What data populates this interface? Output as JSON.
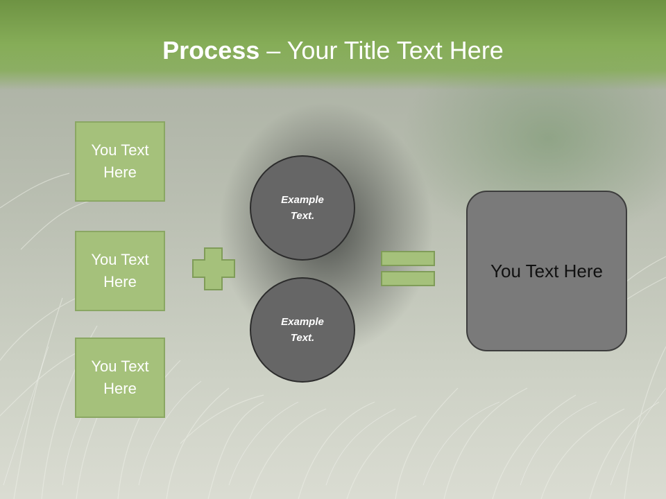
{
  "header": {
    "title_bold": "Process",
    "title_rest": " – Your Title Text Here"
  },
  "left_boxes": [
    {
      "label": "You Text Here"
    },
    {
      "label": "You Text Here"
    },
    {
      "label": "You Text Here"
    }
  ],
  "circles": [
    {
      "label": "Example Text."
    },
    {
      "label": "Example Text."
    }
  ],
  "result": {
    "label": "You Text Here"
  },
  "colors": {
    "header": "#86ad58",
    "box_fill": "#a5c17b",
    "circle_fill": "#666666",
    "result_fill": "#7a7a7a"
  },
  "operators": {
    "plus": "plus-icon",
    "equals": "equals-icon"
  }
}
